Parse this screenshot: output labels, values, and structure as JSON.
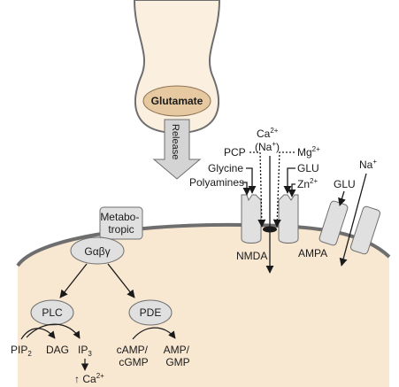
{
  "presynaptic": {
    "vesicle_label": "Glutamate",
    "release_label": "Release"
  },
  "colors": {
    "membrane": "#6e6e6e",
    "postsynaptic_fill": "#f8e8d2",
    "presynaptic_fill": "#fbf0e0",
    "vesicle_fill": "#e6c9a0",
    "receptor_fill": "#e0e0e0",
    "release_arrow_fill": "#d4d4d4"
  },
  "gprotein": {
    "metabotropic_label": "Metabo-\ntropic",
    "gprotein_label": "Gαβγ",
    "plc_label": "PLC",
    "pde_label": "PDE",
    "pip2_label": "PIP",
    "pip2_sub": "2",
    "dag_label": "DAG",
    "ip3_label": "IP",
    "ip3_sub": "3",
    "ca_release_label": "↑ Ca",
    "ca_release_sup": "2+",
    "camp_label": "cAMP/\ncGMP",
    "amp_label": "AMP/\nGMP"
  },
  "nmda": {
    "receptor_label": "NMDA",
    "ca_label": "Ca",
    "ca_sup": "2+",
    "na_label": "(Na",
    "na_sup": "+",
    "na_close": ")",
    "pcp_label": "PCP",
    "glycine_label": "Glycine",
    "polyamines_label": "Polyamines",
    "mg_label": "Mg",
    "mg_sup": "2+",
    "glu_label": "GLU",
    "zn_label": "Zn",
    "zn_sup": "2+"
  },
  "ampa": {
    "receptor_label": "AMPA",
    "glu_label": "GLU",
    "na_label": "Na",
    "na_sup": "+"
  }
}
